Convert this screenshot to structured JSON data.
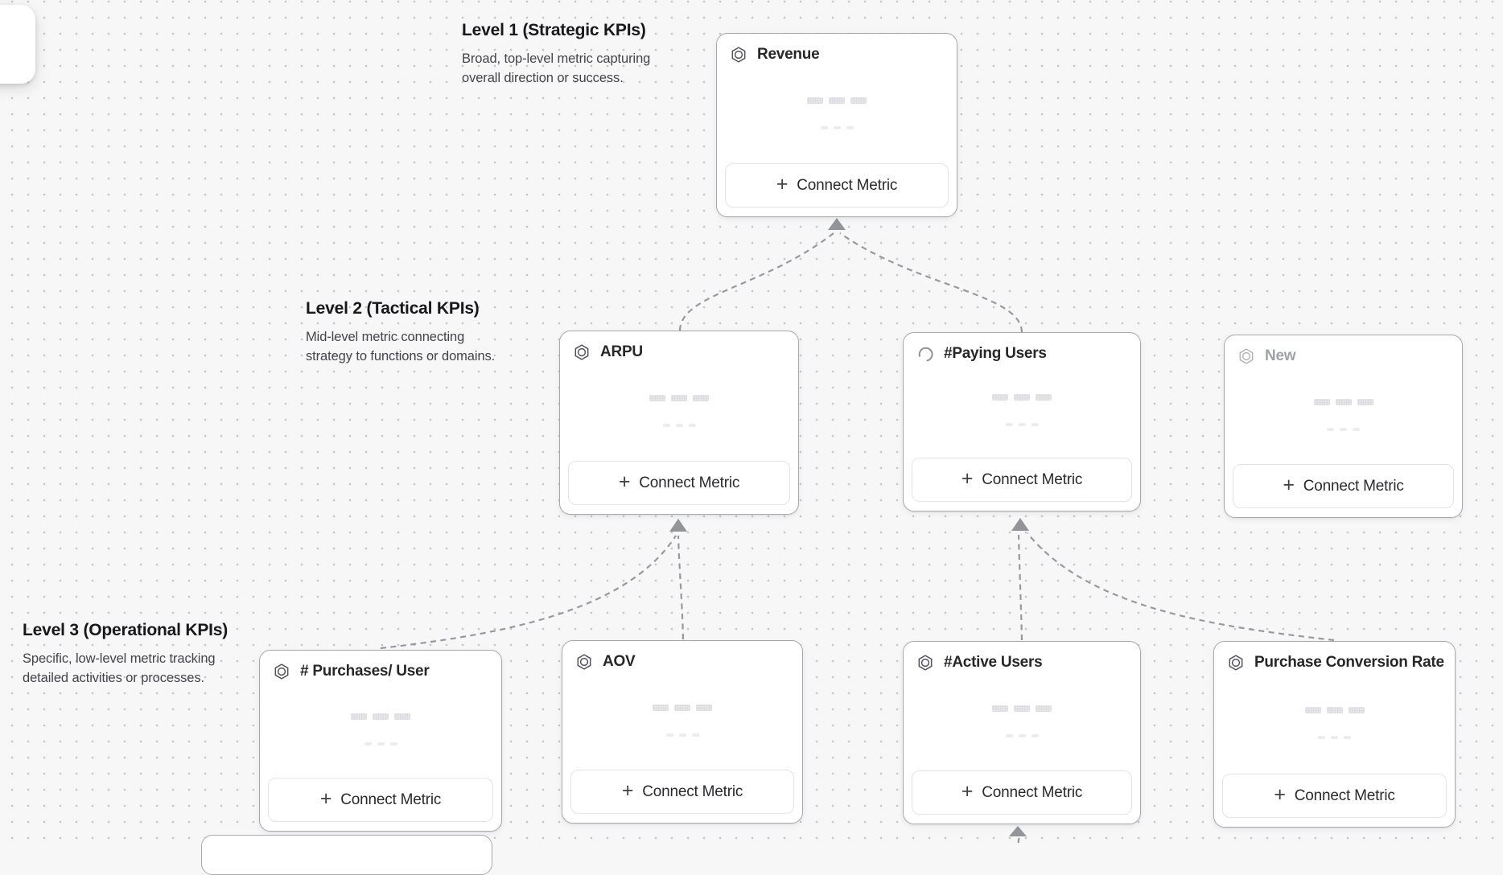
{
  "labels": {
    "connect_metric": "Connect Metric",
    "plus": "+"
  },
  "levels": [
    {
      "title": "Level 1 (Strategic KPIs)",
      "description": "Broad, top-level metric capturing overall direction or success."
    },
    {
      "title": "Level 2 (Tactical KPIs)",
      "description": "Mid-level metric connecting strategy to functions or domains."
    },
    {
      "title": "Level 3 (Operational KPIs)",
      "description": "Specific, low-level metric tracking detailed activities or processes."
    }
  ],
  "cards": [
    {
      "title": "Revenue",
      "icon": "hexagon-badge-icon",
      "level": 1,
      "state": "normal"
    },
    {
      "title": "ARPU",
      "icon": "hexagon-badge-icon",
      "level": 2,
      "state": "normal"
    },
    {
      "title": "#Paying Users",
      "icon": "loading-spinner-icon",
      "level": 2,
      "state": "loading"
    },
    {
      "title": "New",
      "icon": "hexagon-badge-icon",
      "level": 2,
      "state": "draft"
    },
    {
      "title": "# Purchases/ User",
      "icon": "hexagon-badge-icon",
      "level": 3,
      "state": "normal"
    },
    {
      "title": "AOV",
      "icon": "hexagon-badge-icon",
      "level": 3,
      "state": "normal"
    },
    {
      "title": "#Active Users",
      "icon": "hexagon-badge-icon",
      "level": 3,
      "state": "normal"
    },
    {
      "title": "Purchase Conversion Rate",
      "icon": "hexagon-badge-icon",
      "level": 3,
      "state": "normal"
    }
  ],
  "colors": {
    "canvas_bg": "#f7f7f8",
    "dot_grid": "#c4c4ca",
    "card_border": "#a8a8b0",
    "connector": "#98989f",
    "arrowhead": "#94949b",
    "title_text": "#27272a",
    "muted_title_text": "#a1a1aa",
    "button_border": "#e4e4e8"
  }
}
